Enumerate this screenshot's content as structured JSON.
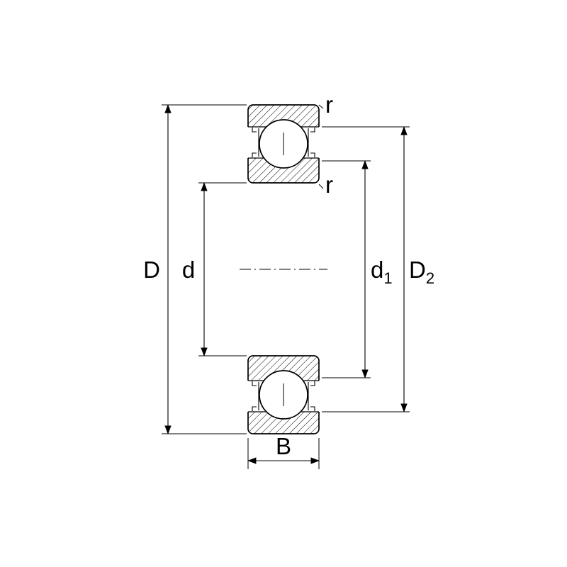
{
  "diagram": {
    "labels": {
      "D": "D",
      "d": "d",
      "d1_base": "d",
      "d1_sub": "1",
      "D2_base": "D",
      "D2_sub": "2",
      "B": "B",
      "r_outer": "r",
      "r_inner": "r"
    },
    "colors": {
      "line": "#000000",
      "background": "#ffffff"
    }
  }
}
